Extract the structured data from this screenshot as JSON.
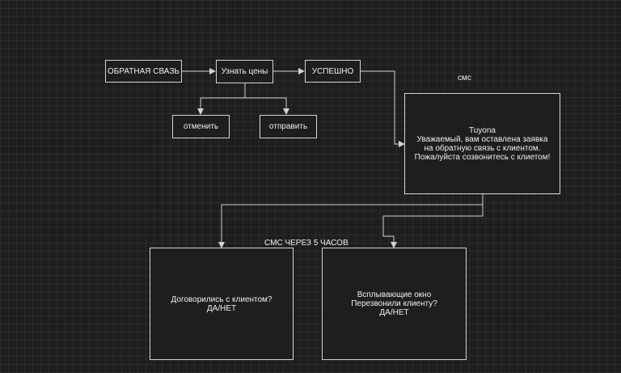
{
  "nodes": {
    "feedback": {
      "text": "ОБРАТНАЯ СВАЗЬ"
    },
    "prices": {
      "text": "Узнать цены"
    },
    "success": {
      "text": "УСПЕШНО"
    },
    "cancel": {
      "text": "отменить"
    },
    "send": {
      "text": "отправить"
    },
    "sms_message": {
      "lines": [
        "Tuyona",
        "Уважаемый, вам оставлена заявка",
        "на обратную связь с клиентом.",
        "Пожалуйста созвонитесь с клиетом!"
      ]
    },
    "agreed_client": {
      "lines": [
        "Договорились с клиентом?",
        "ДА/НЕТ"
      ]
    },
    "popup": {
      "lines": [
        "Всплывающие окно",
        "Перезвонили клиенту?",
        "ДА/НЕТ"
      ]
    }
  },
  "labels": {
    "sms": "смс",
    "sms_after": "СМС ЧЕРЕЗ 5 ЧАСОВ"
  },
  "colors": {
    "background": "#1e1e1e",
    "grid": "#2b2b2b",
    "stroke": "#d4d4d4",
    "text": "#f0f0f0"
  }
}
